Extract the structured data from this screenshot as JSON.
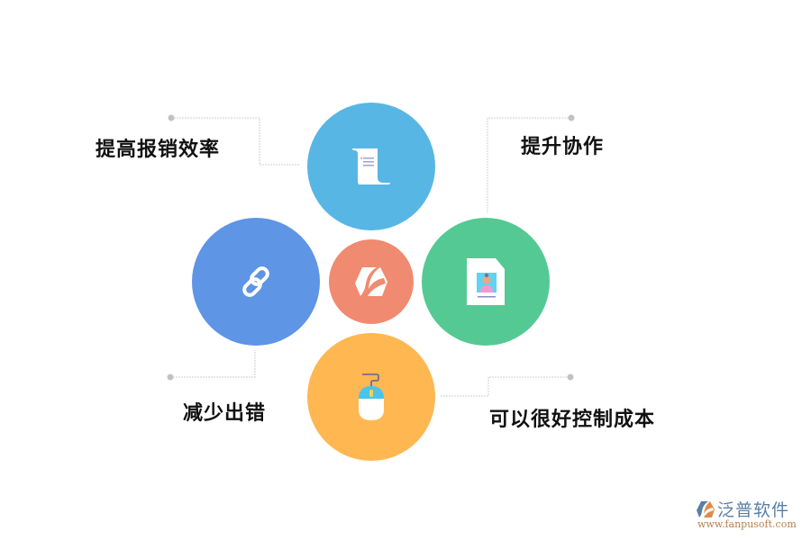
{
  "diagram": {
    "center": {
      "icon": "fanpu-logo-icon",
      "color": "#F08A70"
    },
    "nodes": [
      {
        "id": "top",
        "label": "提高报销效率",
        "icon": "scroll-document-icon",
        "color": "#58B6E4"
      },
      {
        "id": "right",
        "label": "提升协作",
        "icon": "id-card-file-icon",
        "color": "#55C993"
      },
      {
        "id": "left",
        "label": "减少出错",
        "icon": "chain-link-icon",
        "color": "#5E95E5"
      },
      {
        "id": "bottom",
        "label": "可以很好控制成本",
        "icon": "computer-mouse-icon",
        "color": "#FFB752"
      }
    ]
  },
  "watermark": {
    "name": "泛普软件",
    "url": "www.fanpusoft.com"
  }
}
